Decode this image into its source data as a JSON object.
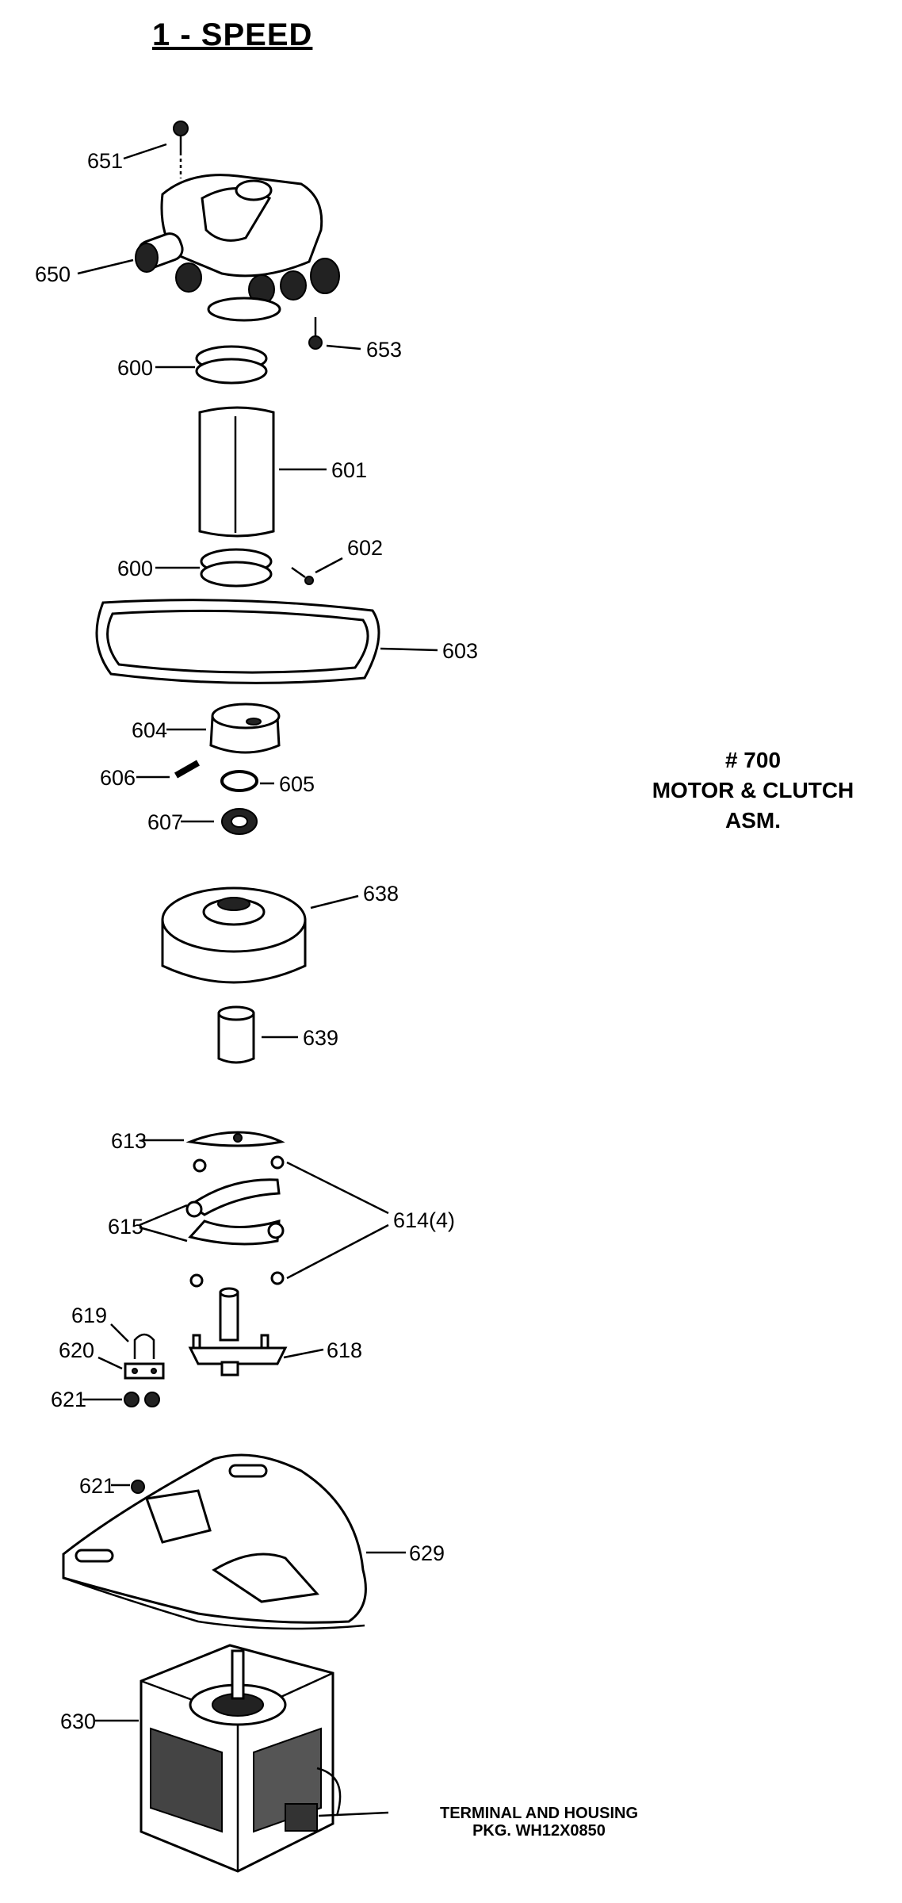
{
  "title": "1 - SPEED",
  "assembly": {
    "number": "# 700",
    "line1": "MOTOR & CLUTCH",
    "line2": "ASM."
  },
  "terminal": {
    "line1": "TERMINAL AND HOUSING",
    "line2": "PKG. WH12X0850"
  },
  "labels": {
    "p651": "651",
    "p650": "650",
    "p653": "653",
    "p600a": "600",
    "p601": "601",
    "p600b": "600",
    "p602": "602",
    "p603": "603",
    "p604": "604",
    "p606": "606",
    "p605": "605",
    "p607": "607",
    "p638": "638",
    "p639": "639",
    "p613": "613",
    "p615": "615",
    "p614": "614(4)",
    "p619": "619",
    "p620": "620",
    "p621a": "621",
    "p618": "618",
    "p621b": "621",
    "p629": "629",
    "p630": "630"
  }
}
